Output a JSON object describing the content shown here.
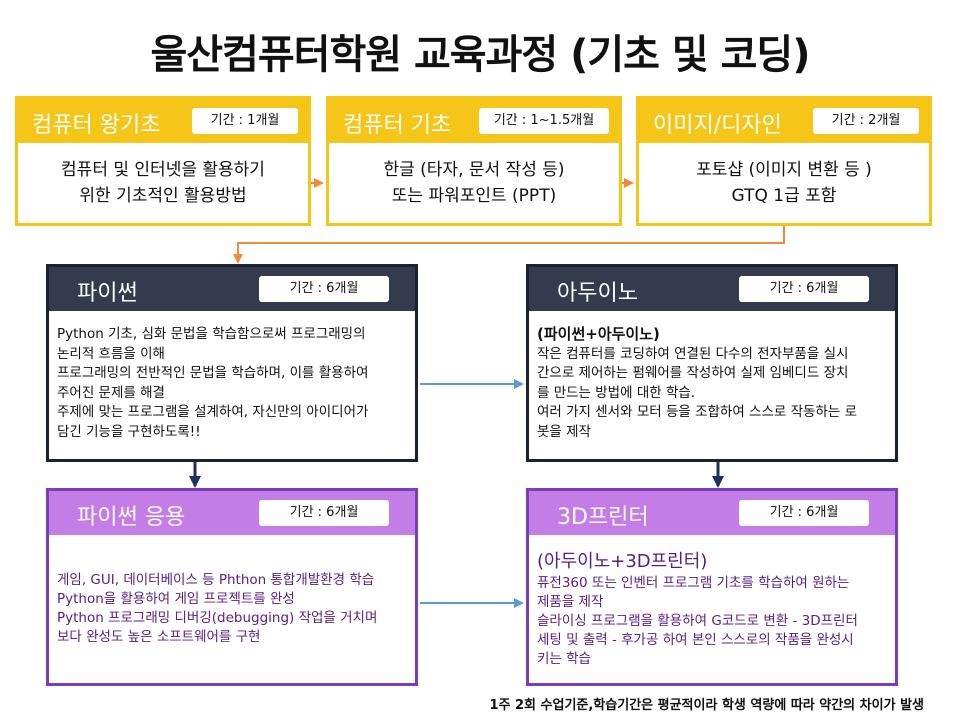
{
  "title": "울산컴퓨터학원 교육과정 (기초 및 코딩)",
  "colors": {
    "yellow": "#f5c518",
    "dark_header": "#343b4e",
    "purple_header": "#c47de6",
    "purple_text": "#5a1d86",
    "orange_arrow": "#f08a3c",
    "blue_arrow": "#5b9bd5",
    "navy_arrow": "#1f2f5e"
  },
  "top_row": [
    {
      "title": "컴퓨터 왕기초",
      "period": "기간 : 1개월",
      "lines": [
        "컴퓨터 및 인터넷을 활용하기",
        "위한 기초적인  활용방법"
      ]
    },
    {
      "title": "컴퓨터 기초",
      "period": "기간 : 1~1.5개월",
      "lines": [
        "한글 (타자,  문서 작성 등)",
        "또는 파워포인트  (PPT)"
      ]
    },
    {
      "title": "이미지/디자인",
      "period": "기간 : 2개월",
      "lines": [
        "포토샵 (이미지 변환 등 )",
        "GTQ 1급 포함"
      ]
    }
  ],
  "python": {
    "title": "파이썬",
    "period": "기간 : 6개월",
    "lines": [
      "Python 기초, 심화 문법을 학습함으로써 프로그래밍의",
      "논리적 흐름을 이해",
      "프로그래밍의 전반적인 문법을 학습하며, 이를 활용하여",
      "주어진 문제를 해결",
      "주제에 맞는 프로그램을 설계하여, 자신만의 아이디어가",
      "담긴 기능을 구현하도록!!"
    ]
  },
  "arduino": {
    "title": "아두이노",
    "period": "기간 : 6개월",
    "subtitle": "(파이썬+아두이노)",
    "lines": [
      "작은 컴퓨터를 코딩하여 연결된 다수의 전자부품을 실시",
      "간으로 제어하는 펌웨어를 작성하여 실제 임베디드 장치",
      "를 만드는 방법에 대한 학습.",
      "여러 가지 센서와 모터 등을 조합하여 스스로 작동하는 로",
      "봇을 제작"
    ]
  },
  "python_app": {
    "title": "파이썬 응용",
    "period": "기간 : 6개월",
    "lines": [
      "게임, GUI, 데이터베이스 등 Phthon 통합개발환경 학습",
      "Python을 활용하여 게임 프로젝트를 완성",
      "Python 프로그래밍 디버깅(debugging) 작업을 거치며",
      "보다 완성도 높은 소프트웨어를 구현"
    ]
  },
  "printer": {
    "title": "3D프린터",
    "period": "기간 : 6개월",
    "subtitle": "(아두이노+3D프린터)",
    "lines": [
      "퓨전360 또는 인벤터 프로그램 기초를 학습하여 원하는",
      "제품을 제작",
      "슬라이싱 프로그램을 활용하여 G코드로 변환 - 3D프린터",
      "세팅 및 출력 - 후가공 하여  본인 스스로의 작품을 완성시",
      "키는 학습"
    ]
  },
  "footnote": "1주 2회 수업기준,학습기간은 평균적이라 학생 역량에 따라 약간의 차이가 발생"
}
